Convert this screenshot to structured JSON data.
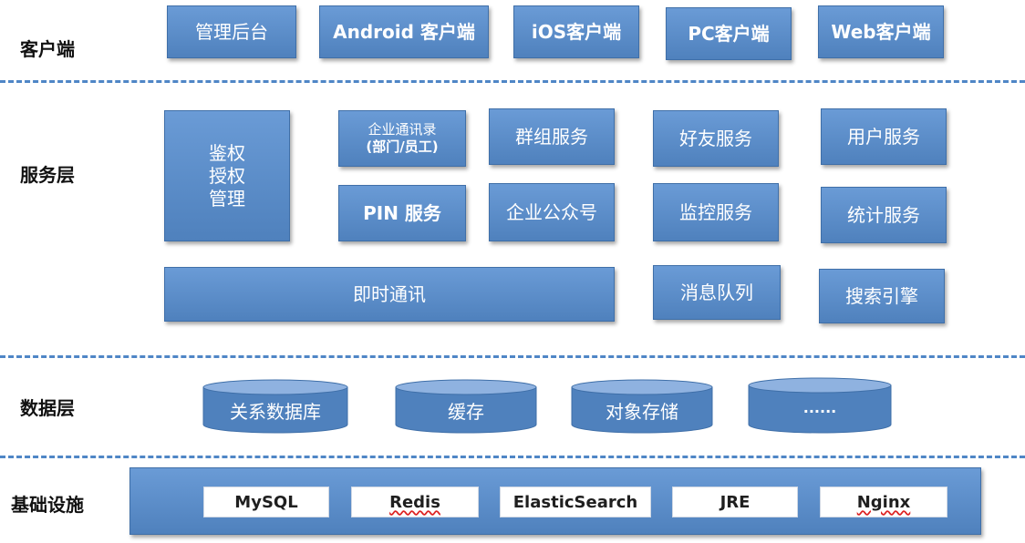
{
  "layers": {
    "client": "客户端",
    "service": "服务层",
    "data": "数据层",
    "infra": "基础设施"
  },
  "client": {
    "admin": "管理后台",
    "android": "Android 客户端",
    "ios": "iOS客户端",
    "pc": "PC客户端",
    "web": "Web客户端"
  },
  "service": {
    "auth_lines": [
      "鉴权",
      "授权",
      "管理"
    ],
    "contacts_lines": [
      "企业通讯录",
      "(部门/员工)"
    ],
    "group": "群组服务",
    "friend": "好友服务",
    "user": "用户服务",
    "pin": "PIN 服务",
    "official": "企业公众号",
    "monitor": "监控服务",
    "stats": "统计服务",
    "im": "即时通讯",
    "mq": "消息队列",
    "search": "搜索引擎"
  },
  "data": {
    "relational_db": "关系数据库",
    "cache": "缓存",
    "object_storage": "对象存储",
    "more": "......"
  },
  "infra": {
    "mysql": "MySQL",
    "redis": "Redis",
    "es": "ElasticSearch",
    "jre": "JRE",
    "nginx": "Nginx"
  },
  "colors": {
    "box_fill": "#4f81bd",
    "dash_line": "#4f86c6"
  }
}
